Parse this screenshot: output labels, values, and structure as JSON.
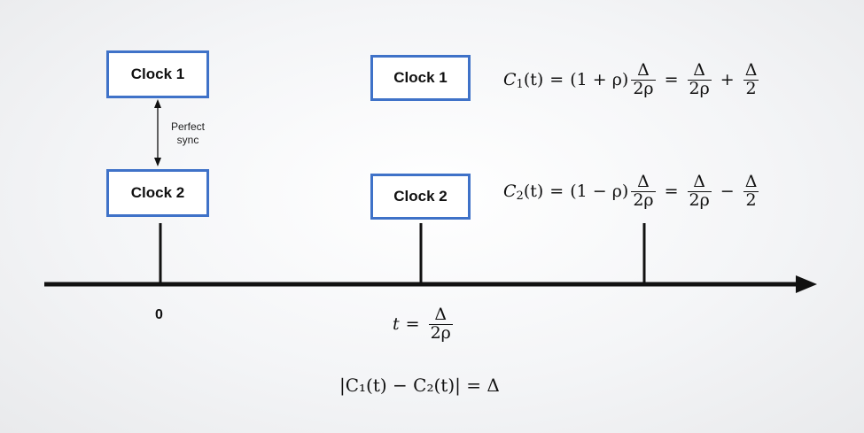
{
  "left_group": {
    "clock1": "Clock 1",
    "clock2": "Clock 2",
    "sync_line1": "Perfect",
    "sync_line2": "sync"
  },
  "mid_group": {
    "clock1": "Clock 1",
    "clock2": "Clock 2"
  },
  "timeline": {
    "origin_label": "0",
    "t": "t",
    "equals": "=",
    "delta": "Δ",
    "two_rho": "2ρ"
  },
  "eq1": {
    "C": "C",
    "sub": "1",
    "arg": "(t)",
    "eq": "=",
    "factor": "(1 + ρ)",
    "num": "Δ",
    "den": "2ρ",
    "op": "+",
    "den2": "2"
  },
  "eq2": {
    "C": "C",
    "sub": "2",
    "arg": "(t)",
    "eq": "=",
    "factor": "(1 − ρ)",
    "num": "Δ",
    "den": "2ρ",
    "op": "−",
    "den2": "2"
  },
  "bottom_eq": {
    "expr": "|C₁(t) − C₂(t)| = Δ"
  }
}
